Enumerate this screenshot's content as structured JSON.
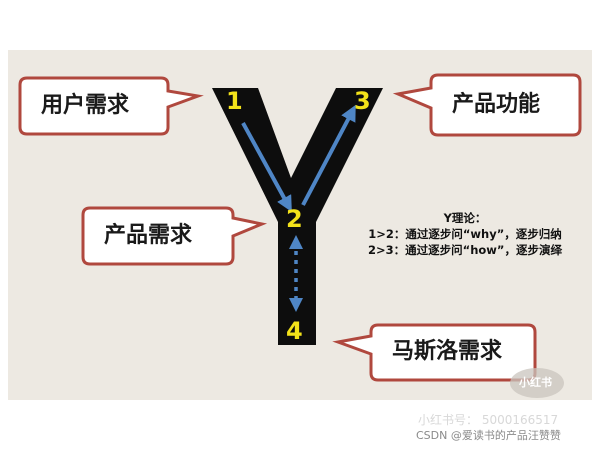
{
  "callouts": {
    "user_needs": "用户需求",
    "product_function": "产品功能",
    "product_needs": "产品需求",
    "maslow_needs": "马斯洛需求"
  },
  "nodes": [
    "1",
    "2",
    "3",
    "4"
  ],
  "theory": {
    "title": "Y理论：",
    "line1": "1>2：通过逐步问“why”，逐步归纳",
    "line2": "2>3：通过逐步问“how”，逐步演绎"
  },
  "watermark": {
    "badge": "小红书",
    "faint": "小红书号：  5000166517",
    "credit": "CSDN @爱读书的产品汪赞赞"
  },
  "colors": {
    "panel_bg": "#ede9e2",
    "y_shape": "#0d0d0d",
    "number": "#f3e21a",
    "arrow": "#4f86c6",
    "callout_border": "#b0483e"
  }
}
